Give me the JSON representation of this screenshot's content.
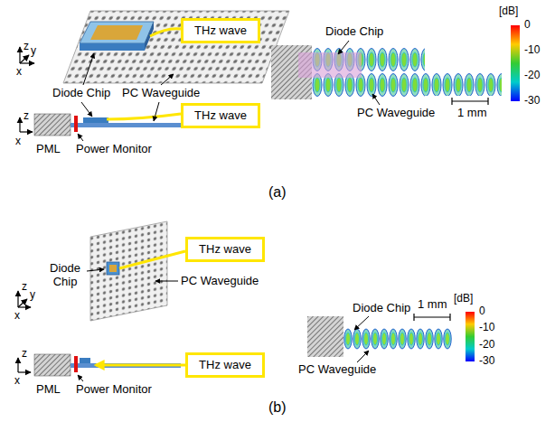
{
  "diagram": {
    "nodes": [
      {
        "text": [
          "THz wave"
        ]
      },
      {
        "text": [
          "THz wave"
        ]
      },
      {
        "text": [
          "THz wave"
        ]
      },
      {
        "text": [
          "THz wave"
        ]
      }
    ],
    "labels": [
      "z",
      "y",
      "x",
      "Diode Chip",
      "PC Waveguide",
      "z",
      "x",
      "PML",
      "Power Monitor",
      "Diode Chip",
      "PC Waveguide",
      "[dB]",
      "0",
      "-10",
      "-20",
      "-30",
      "1 mm",
      "(a)",
      "z",
      "y",
      "x",
      "Diode Chip",
      "PC Waveguide",
      "z",
      "x",
      "PML",
      "Power Monitor",
      "Diode Chip",
      "PC Waveguide",
      "[dB]",
      "0",
      "-10",
      "-20",
      "-30",
      "1 mm",
      "(b)"
    ]
  }
}
